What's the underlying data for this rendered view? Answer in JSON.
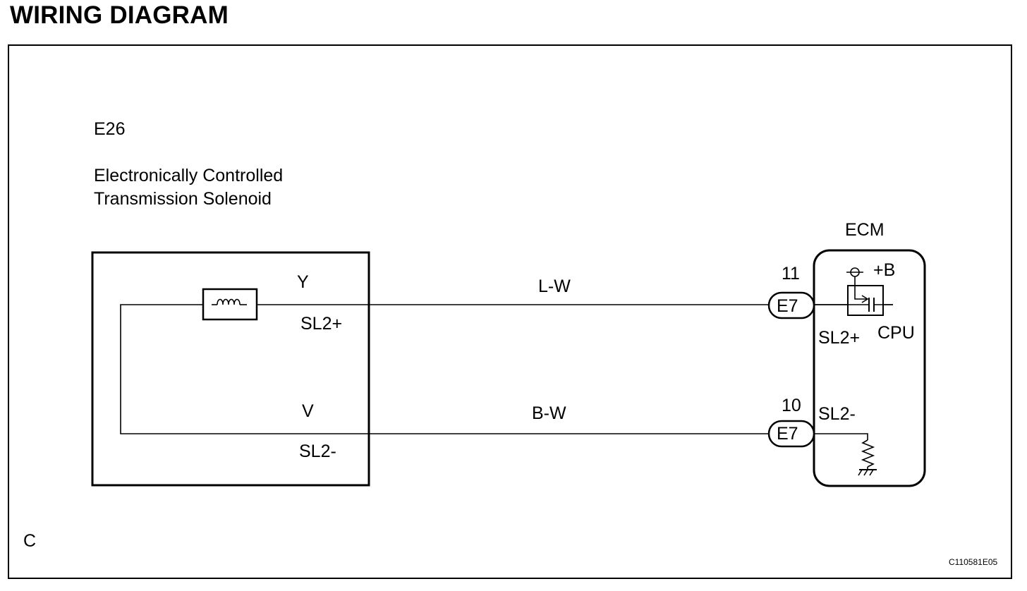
{
  "title": "WIRING DIAGRAM",
  "solenoid": {
    "code": "E26",
    "name_line1": "Electronically Controlled",
    "name_line2": "Transmission Solenoid",
    "pin_top_color": "Y",
    "pin_top_name": "SL2+",
    "pin_bottom_color": "V",
    "pin_bottom_name": "SL2-"
  },
  "wires": {
    "top": "L-W",
    "bottom": "B-W"
  },
  "ecm": {
    "label": "ECM",
    "connector_top": {
      "pin": "11",
      "name": "E7"
    },
    "connector_bottom": {
      "pin": "10",
      "name": "E7"
    },
    "terminal_top": "SL2+",
    "terminal_bottom": "SL2-",
    "power": "+B",
    "cpu": "CPU"
  },
  "corner_code": "C",
  "figure_id": "C110581E05"
}
